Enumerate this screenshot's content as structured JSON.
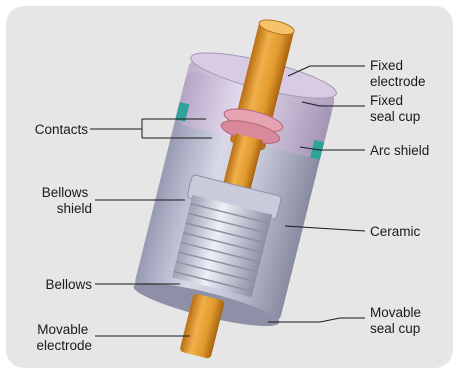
{
  "labels": {
    "fixed_electrode": [
      "Fixed",
      "electrode"
    ],
    "fixed_seal_cup": [
      "Fixed",
      "seal cup"
    ],
    "arc_shield": [
      "Arc shield"
    ],
    "ceramic": [
      "Ceramic"
    ],
    "movable_seal_cup": [
      "Movable",
      "seal cup"
    ],
    "contacts": [
      "Contacts"
    ],
    "bellows_shield": [
      "Bellows",
      "shield"
    ],
    "bellows": [
      "Bellows"
    ],
    "movable_electrode": [
      "Movable",
      "electrode"
    ]
  },
  "colors": {
    "panel_background": "#e6e6e6",
    "electrode": "#e8a23a",
    "contact_ring": "#d98a9a",
    "ceramic_body": "#b6b8cf",
    "accent_teal": "#2fa39a"
  }
}
